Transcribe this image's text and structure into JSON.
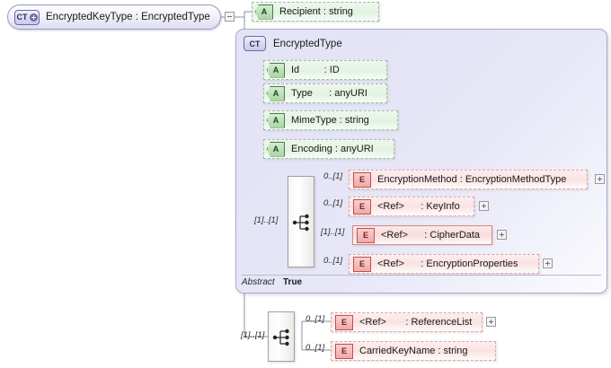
{
  "diagram": {
    "type": "xml-schema-diagram",
    "root": {
      "kind": "complexType",
      "badge": "CT",
      "badge_icon": "complextype-expand-icon",
      "label": "EncryptedKeyType : EncryptedType",
      "toggle": "minus"
    },
    "colors": {
      "attribute_fill": "#e2f2e0",
      "attribute_border": "#a8b9a8",
      "element_fill": "#fae2e2",
      "element_border": "#d9a8a8",
      "complextype_fill": "#e6e6f7",
      "complextype_border": "#a9a9cc",
      "badge_ct": "#c9c9e6",
      "badge_a": "#a9d6a4",
      "badge_e": "#f0a9a9",
      "wire": "#8d8da8"
    },
    "top_attribute": {
      "badge": "A",
      "name": "Recipient",
      "separator": ":",
      "type": "string",
      "text": "Recipient : string",
      "optional": true
    },
    "complex_type": {
      "badge": "CT",
      "name": "EncryptedType",
      "abstract_label": "Abstract",
      "abstract_value": "True",
      "attributes": [
        {
          "badge": "A",
          "name": "Id",
          "type": "ID",
          "text": "Id         : ID"
        },
        {
          "badge": "A",
          "name": "Type",
          "type": "anyURI",
          "text": "Type      : anyURI"
        },
        {
          "badge": "A",
          "name": "MimeType",
          "type": "string",
          "text": "MimeType : string"
        },
        {
          "badge": "A",
          "name": "Encoding",
          "type": "anyURI",
          "text": "Encoding : anyURI"
        }
      ],
      "sequence": {
        "icon": "sequence-compositor-icon",
        "cardinality": "[1]..[1]"
      },
      "elements": [
        {
          "badge": "E",
          "name": "EncryptionMethod",
          "type": "EncryptionMethodType",
          "text": "EncryptionMethod : EncryptionMethodType",
          "cardinality": "0..[1]",
          "required": false,
          "has_expand": true
        },
        {
          "badge": "E",
          "name": "<Ref>",
          "type": "KeyInfo",
          "text": "<Ref>      : KeyInfo",
          "cardinality": "0..[1]",
          "required": false,
          "has_expand": true
        },
        {
          "badge": "E",
          "name": "<Ref>",
          "type": "CipherData",
          "text": "<Ref>      : CipherData",
          "cardinality": "[1]..[1]",
          "required": true,
          "has_expand": true
        },
        {
          "badge": "E",
          "name": "<Ref>",
          "type": "EncryptionProperties",
          "text": "<Ref>      : EncryptionProperties",
          "cardinality": "0..[1]",
          "required": false,
          "has_expand": true
        }
      ]
    },
    "bottom_sequence": {
      "icon": "sequence-compositor-icon",
      "cardinality": "[1]..[1]",
      "elements": [
        {
          "badge": "E",
          "name": "<Ref>",
          "type": "ReferenceList",
          "text": "<Ref>       : ReferenceList",
          "cardinality": "0..[1]",
          "required": false,
          "has_expand": true
        },
        {
          "badge": "E",
          "name": "CarriedKeyName",
          "type": "string",
          "text": "CarriedKeyName : string",
          "cardinality": "0..[1]",
          "required": false,
          "has_expand": false
        }
      ]
    }
  }
}
